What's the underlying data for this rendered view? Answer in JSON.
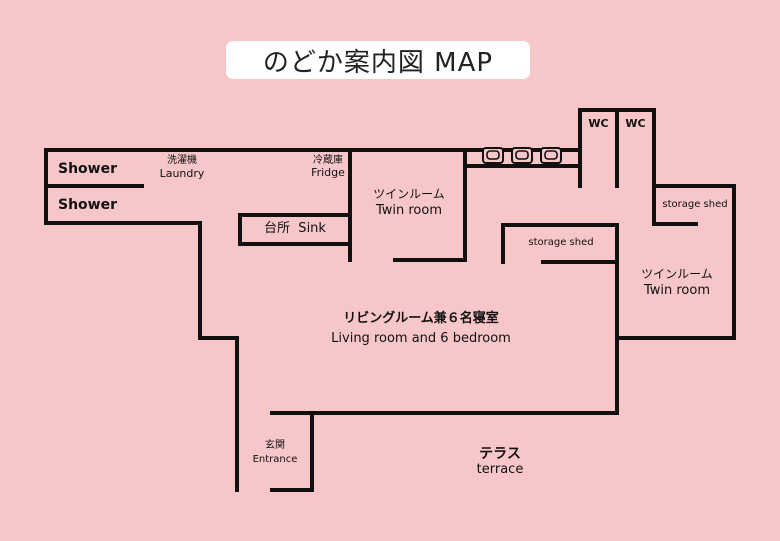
{
  "title": "のどか案内図 MAP",
  "rooms": {
    "shower_1": "Shower",
    "shower_2": "Shower",
    "laundry_jp": "洗濯機",
    "laundry_en": "Laundry",
    "fridge_jp": "冷蔵庫",
    "fridge_en": "Fridge",
    "kitchen": "台所  Sink",
    "twin_left_jp": "ツインルーム",
    "twin_left_en": "Twin room",
    "wc_1": "WC",
    "wc_2": "WC",
    "storage_right": "storage shed",
    "storage_mid": "storage shed",
    "twin_right_jp": "ツインルーム",
    "twin_right_en": "Twin room",
    "living_jp": "リビングルーム兼６名寝室",
    "living_en": "Living room and 6 bedroom",
    "entrance_jp": "玄関",
    "entrance_en": "Entrance",
    "terrace_jp": "テラス",
    "terrace_en": "terrace"
  },
  "colors": {
    "background": "#f6c6c9",
    "wall": "#111111",
    "title_box": "#ffffff"
  }
}
